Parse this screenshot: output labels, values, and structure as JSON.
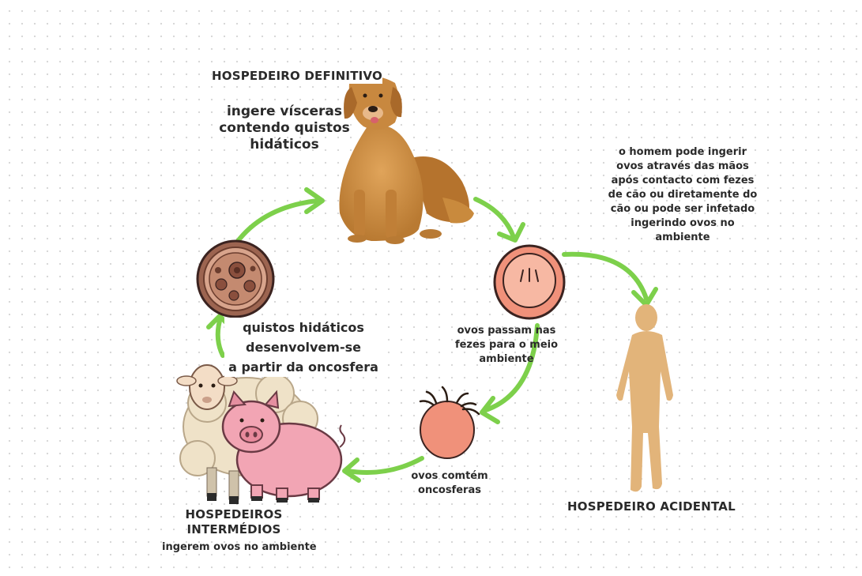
{
  "labels": {
    "definitive_host": "HOSPEDEIRO DEFINITIVO",
    "ingest_viscera": [
      "ingere vísceras",
      "contendo quistos",
      "hidáticos"
    ],
    "human_note": [
      "o homem pode ingerir",
      "ovos através das mãos",
      "após contacto com fezes",
      "de cão ou diretamente do",
      "cão ou pode ser infetado",
      "ingerindo ovos no",
      "ambiente"
    ],
    "eggs_feces": [
      "ovos passam nas",
      "fezes para o meio",
      "ambiente"
    ],
    "eggs_oncospheres": [
      "ovos comtém",
      "oncosferas"
    ],
    "cysts_develop": [
      "quistos hidáticos",
      "desenvolvem-se",
      "a partir da oncosfera"
    ],
    "intermediate_hosts": [
      "HOSPEDEIROS",
      "INTERMÉDIOS"
    ],
    "intermediate_note": "ingerem ovos no ambiente",
    "accidental_host": "HOSPEDEIRO ACIDENTAL"
  },
  "colors": {
    "arrow": "#7dd04b",
    "egg_fill": "#f0917a",
    "egg_outline": "#3b2320",
    "cyst_fill": "#b57a64",
    "human_silhouette": "#e2b47a",
    "dog_fur": "#c98a3d",
    "sheep_wool": "#efe2c8",
    "pig_pink": "#f2a5b4"
  },
  "icons": [
    "dog-illustration",
    "hydatid-cyst-icon",
    "egg-in-feces-icon",
    "oncosphere-egg-icon",
    "sheep-illustration",
    "pig-illustration",
    "human-silhouette-icon"
  ]
}
